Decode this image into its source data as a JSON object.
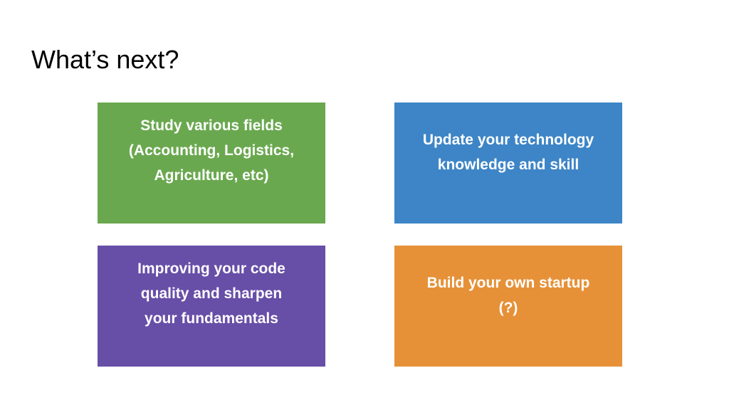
{
  "slide": {
    "title": "What’s next?"
  },
  "cards": [
    {
      "text": "Study various fields\n(Accounting, Logistics,\nAgriculture, etc)",
      "color": "#6aa84f"
    },
    {
      "text": "Update your technology\nknowledge and skill",
      "color": "#3d85c6"
    },
    {
      "text": "Improving your code\nquality and sharpen\nyour fundamentals",
      "color": "#674ea7"
    },
    {
      "text": "Build your own startup\n(?)",
      "color": "#e69138"
    }
  ]
}
